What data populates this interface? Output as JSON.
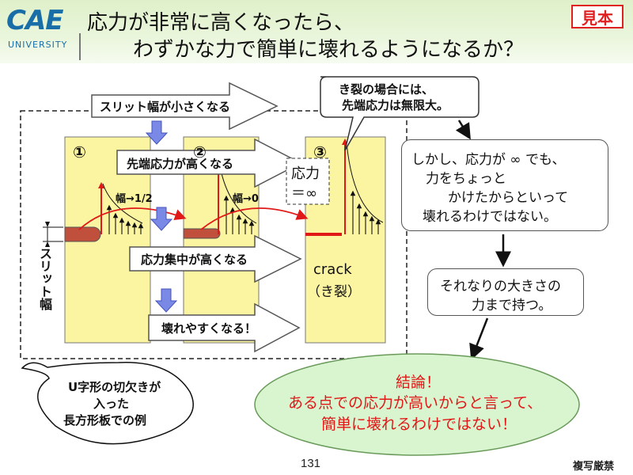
{
  "header": {
    "logo_main": "CAE",
    "logo_sub": "UNIVERSITY",
    "title_line1": "応力が非常に高くなったら、",
    "title_line2": "わずかな力で簡単に壊れるようになるか？",
    "badge": "見本"
  },
  "diagram": {
    "panel_numbers": [
      "①",
      "②",
      "③"
    ],
    "arrow_slit": "スリット幅が小さくなる",
    "arrow_stress_tip": "先端応力が高くなる",
    "arrow_concentration": "応力集中が高くなる",
    "arrow_break": "壊れやすくなる！",
    "width_half": "幅→1/2",
    "width_zero": "幅→0",
    "stress_inf_line1": "応力",
    "stress_inf_line2": "＝∞",
    "crack_label": "crack",
    "crack_sub": "（き裂）",
    "slit_width_label": "スリット幅",
    "callout_crack_line1": "き裂の場合には、",
    "callout_crack_line2": "先端応力は無限大。",
    "callout_specimen_line1": "U字形の切欠きが",
    "callout_specimen_line2": "入った",
    "callout_specimen_line3": "長方形板での例"
  },
  "notes": {
    "note1_line1": "しかし、応力が ∞ でも、",
    "note1_line2": "力をちょっと",
    "note1_line3": "かけたからといって",
    "note1_line4": "壊れるわけではない。",
    "note2_line1": "それなりの大きさの",
    "note2_line2": "力まで持つ。",
    "conclusion_line1": "結論！",
    "conclusion_line2": "ある点での応力が高いからと言って、",
    "conclusion_line3": "簡単に壊れるわけではない！"
  },
  "footer": {
    "page_number": "131",
    "copyright": "複写厳禁"
  },
  "colors": {
    "panel_fill": "#fbf4a0",
    "notch_fill": "#c0503c",
    "stress_red": "#e01818",
    "down_arrow": "#7a88e6",
    "conclusion_fill": "#d8f5cf",
    "conclusion_text": "#e01818",
    "logo_blue": "#1a6ea8"
  }
}
